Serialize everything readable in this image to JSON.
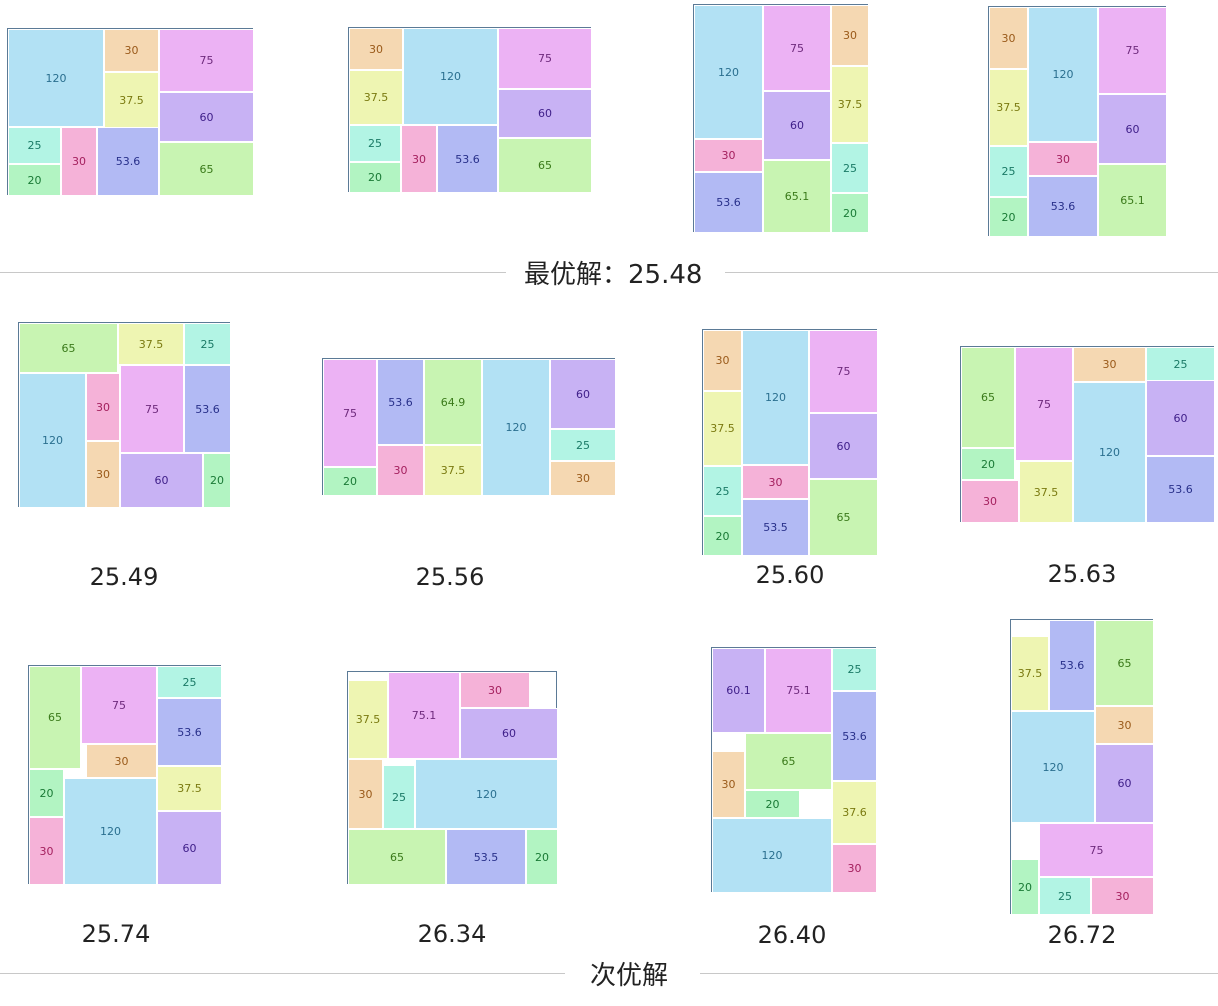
{
  "colors": {
    "120": {
      "bg": "#b2e1f4",
      "fg": "#2a6f8f"
    },
    "30a": {
      "bg": "#f5d8b2",
      "fg": "#9a5a1a"
    },
    "30p": {
      "bg": "#f5b2d8",
      "fg": "#a4205e"
    },
    "75": {
      "bg": "#ecb2f4",
      "fg": "#6e2a7c"
    },
    "60": {
      "bg": "#c8b2f4",
      "fg": "#40208a"
    },
    "37.5": {
      "bg": "#eef5b2",
      "fg": "#7a7a10"
    },
    "53.6": {
      "bg": "#b2baf4",
      "fg": "#28308a"
    },
    "65": {
      "bg": "#c8f4b2",
      "fg": "#3a7a1a"
    },
    "25": {
      "bg": "#b2f4e4",
      "fg": "#1a7a66"
    },
    "20": {
      "bg": "#b2f4c2",
      "fg": "#1a7a36"
    }
  },
  "best": {
    "title": "最优解：25.48",
    "layouts": [
      {
        "tiles": [
          [
            "120",
            "120"
          ],
          [
            "30",
            "30a"
          ],
          [
            "75",
            "75"
          ],
          [
            "37.5",
            "37.5"
          ],
          [
            "60",
            "60"
          ],
          [
            "25",
            "25"
          ],
          [
            "30",
            "30p"
          ],
          [
            "53.6",
            "53.6"
          ],
          [
            "65",
            "65"
          ],
          [
            "20",
            "20"
          ]
        ]
      },
      {
        "tiles": [
          [
            "30",
            "30a"
          ],
          [
            "120",
            "120"
          ],
          [
            "75",
            "75"
          ],
          [
            "37.5",
            "37.5"
          ],
          [
            "60",
            "60"
          ],
          [
            "25",
            "25"
          ],
          [
            "30",
            "30p"
          ],
          [
            "53.6",
            "53.6"
          ],
          [
            "65",
            "65"
          ],
          [
            "20",
            "20"
          ]
        ]
      },
      {
        "tiles": [
          [
            "120",
            "120"
          ],
          [
            "75",
            "75"
          ],
          [
            "30",
            "30a"
          ],
          [
            "37.5",
            "37.5"
          ],
          [
            "60",
            "60"
          ],
          [
            "30",
            "30p"
          ],
          [
            "25",
            "25"
          ],
          [
            "53.6",
            "53.6"
          ],
          [
            "65.1",
            "65"
          ],
          [
            "20",
            "20"
          ]
        ]
      },
      {
        "tiles": [
          [
            "30",
            "30a"
          ],
          [
            "120",
            "120"
          ],
          [
            "75",
            "75"
          ],
          [
            "37.5",
            "37.5"
          ],
          [
            "60",
            "60"
          ],
          [
            "30",
            "30p"
          ],
          [
            "25",
            "25"
          ],
          [
            "53.6",
            "53.6"
          ],
          [
            "65.1",
            "65"
          ],
          [
            "20",
            "20"
          ]
        ]
      }
    ]
  },
  "others": {
    "title": "次优解",
    "layouts": [
      {
        "score": "25.49",
        "tiles": [
          [
            "65",
            "65"
          ],
          [
            "37.5",
            "37.5"
          ],
          [
            "25",
            "25"
          ],
          [
            "120",
            "120"
          ],
          [
            "30",
            "30p"
          ],
          [
            "75",
            "75"
          ],
          [
            "53.6",
            "53.6"
          ],
          [
            "30",
            "30a"
          ],
          [
            "60",
            "60"
          ],
          [
            "20",
            "20"
          ]
        ]
      },
      {
        "score": "25.56",
        "tiles": [
          [
            "75",
            "75"
          ],
          [
            "53.6",
            "53.6"
          ],
          [
            "64.9",
            "65"
          ],
          [
            "120",
            "120"
          ],
          [
            "60",
            "60"
          ],
          [
            "25",
            "25"
          ],
          [
            "20",
            "20"
          ],
          [
            "30",
            "30p"
          ],
          [
            "37.5",
            "37.5"
          ],
          [
            "30",
            "30a"
          ]
        ]
      },
      {
        "score": "25.60",
        "tiles": [
          [
            "30",
            "30a"
          ],
          [
            "120",
            "120"
          ],
          [
            "75",
            "75"
          ],
          [
            "37.5",
            "37.5"
          ],
          [
            "60",
            "60"
          ],
          [
            "30",
            "30p"
          ],
          [
            "25",
            "25"
          ],
          [
            "53.5",
            "53.6"
          ],
          [
            "65",
            "65"
          ],
          [
            "20",
            "20"
          ]
        ]
      },
      {
        "score": "25.63",
        "tiles": [
          [
            "65",
            "65"
          ],
          [
            "75",
            "75"
          ],
          [
            "30",
            "30a"
          ],
          [
            "25",
            "25"
          ],
          [
            "60",
            "60"
          ],
          [
            "120",
            "120"
          ],
          [
            "20",
            "20"
          ],
          [
            "37.5",
            "37.5"
          ],
          [
            "53.6",
            "53.6"
          ],
          [
            "30",
            "30p"
          ]
        ]
      },
      {
        "score": "25.74",
        "tiles": [
          [
            "65",
            "65"
          ],
          [
            "75",
            "75"
          ],
          [
            "25",
            "25"
          ],
          [
            "53.6",
            "53.6"
          ],
          [
            "30",
            "30a"
          ],
          [
            "37.5",
            "37.5"
          ],
          [
            "20",
            "20"
          ],
          [
            "120",
            "120"
          ],
          [
            "60",
            "60"
          ],
          [
            "30",
            "30p"
          ]
        ]
      },
      {
        "score": "26.34",
        "tiles": [
          [
            "37.5",
            "37.5"
          ],
          [
            "75.1",
            "75"
          ],
          [
            "30",
            "30p"
          ],
          [
            "60",
            "60"
          ],
          [
            "30",
            "30a"
          ],
          [
            "25",
            "25"
          ],
          [
            "120",
            "120"
          ],
          [
            "65",
            "65"
          ],
          [
            "53.5",
            "53.6"
          ],
          [
            "20",
            "20"
          ]
        ]
      },
      {
        "score": "26.40",
        "tiles": [
          [
            "60.1",
            "60"
          ],
          [
            "75.1",
            "75"
          ],
          [
            "25",
            "25"
          ],
          [
            "53.6",
            "53.6"
          ],
          [
            "30",
            "30a"
          ],
          [
            "65",
            "65"
          ],
          [
            "20",
            "20"
          ],
          [
            "37.6",
            "37.5"
          ],
          [
            "120",
            "120"
          ],
          [
            "30",
            "30p"
          ]
        ]
      },
      {
        "score": "26.72",
        "tiles": [
          [
            "37.5",
            "37.5"
          ],
          [
            "53.6",
            "53.6"
          ],
          [
            "65",
            "65"
          ],
          [
            "30",
            "30a"
          ],
          [
            "120",
            "120"
          ],
          [
            "60",
            "60"
          ],
          [
            "75",
            "75"
          ],
          [
            "20",
            "20"
          ],
          [
            "25",
            "25"
          ],
          [
            "30",
            "30p"
          ]
        ]
      }
    ]
  }
}
